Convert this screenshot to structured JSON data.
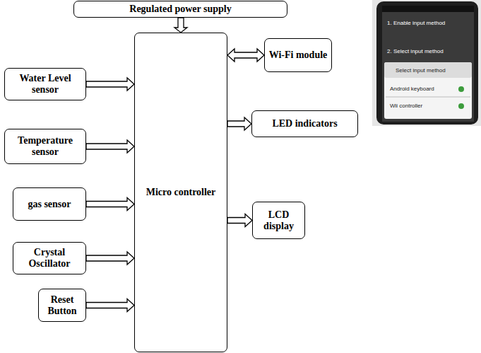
{
  "diagram": {
    "nodes": [
      {
        "text": [
          "Regulated power supply"
        ]
      },
      {
        "text": [
          "Water Level sensor"
        ]
      },
      {
        "text": [
          "Temperature sensor"
        ]
      },
      {
        "text": [
          "gas sensor"
        ]
      },
      {
        "text": [
          "Crystal Oscillator"
        ]
      },
      {
        "text": [
          "Reset Button"
        ]
      },
      {
        "text": [
          "Micro controller"
        ]
      },
      {
        "text": [
          "Wi-Fi module"
        ]
      },
      {
        "text": [
          "LED indicators"
        ]
      },
      {
        "text": [
          "LCD display"
        ]
      }
    ],
    "edges": [
      {
        "from": 0,
        "to": 6,
        "arrow": "to"
      },
      {
        "from": 1,
        "to": 6,
        "arrow": "to"
      },
      {
        "from": 2,
        "to": 6,
        "arrow": "to"
      },
      {
        "from": 3,
        "to": 6,
        "arrow": "to"
      },
      {
        "from": 4,
        "to": 6,
        "arrow": "to"
      },
      {
        "from": 5,
        "to": 6,
        "arrow": "to"
      },
      {
        "from": 6,
        "to": 7,
        "arrow": "both"
      },
      {
        "from": 6,
        "to": 8,
        "arrow": "to"
      },
      {
        "from": 6,
        "to": 9,
        "arrow": "to"
      }
    ],
    "labels": [
      "1. Enable input method",
      "2. Select input method",
      "Select input method",
      "Android keyboard",
      "Wii controller"
    ]
  }
}
